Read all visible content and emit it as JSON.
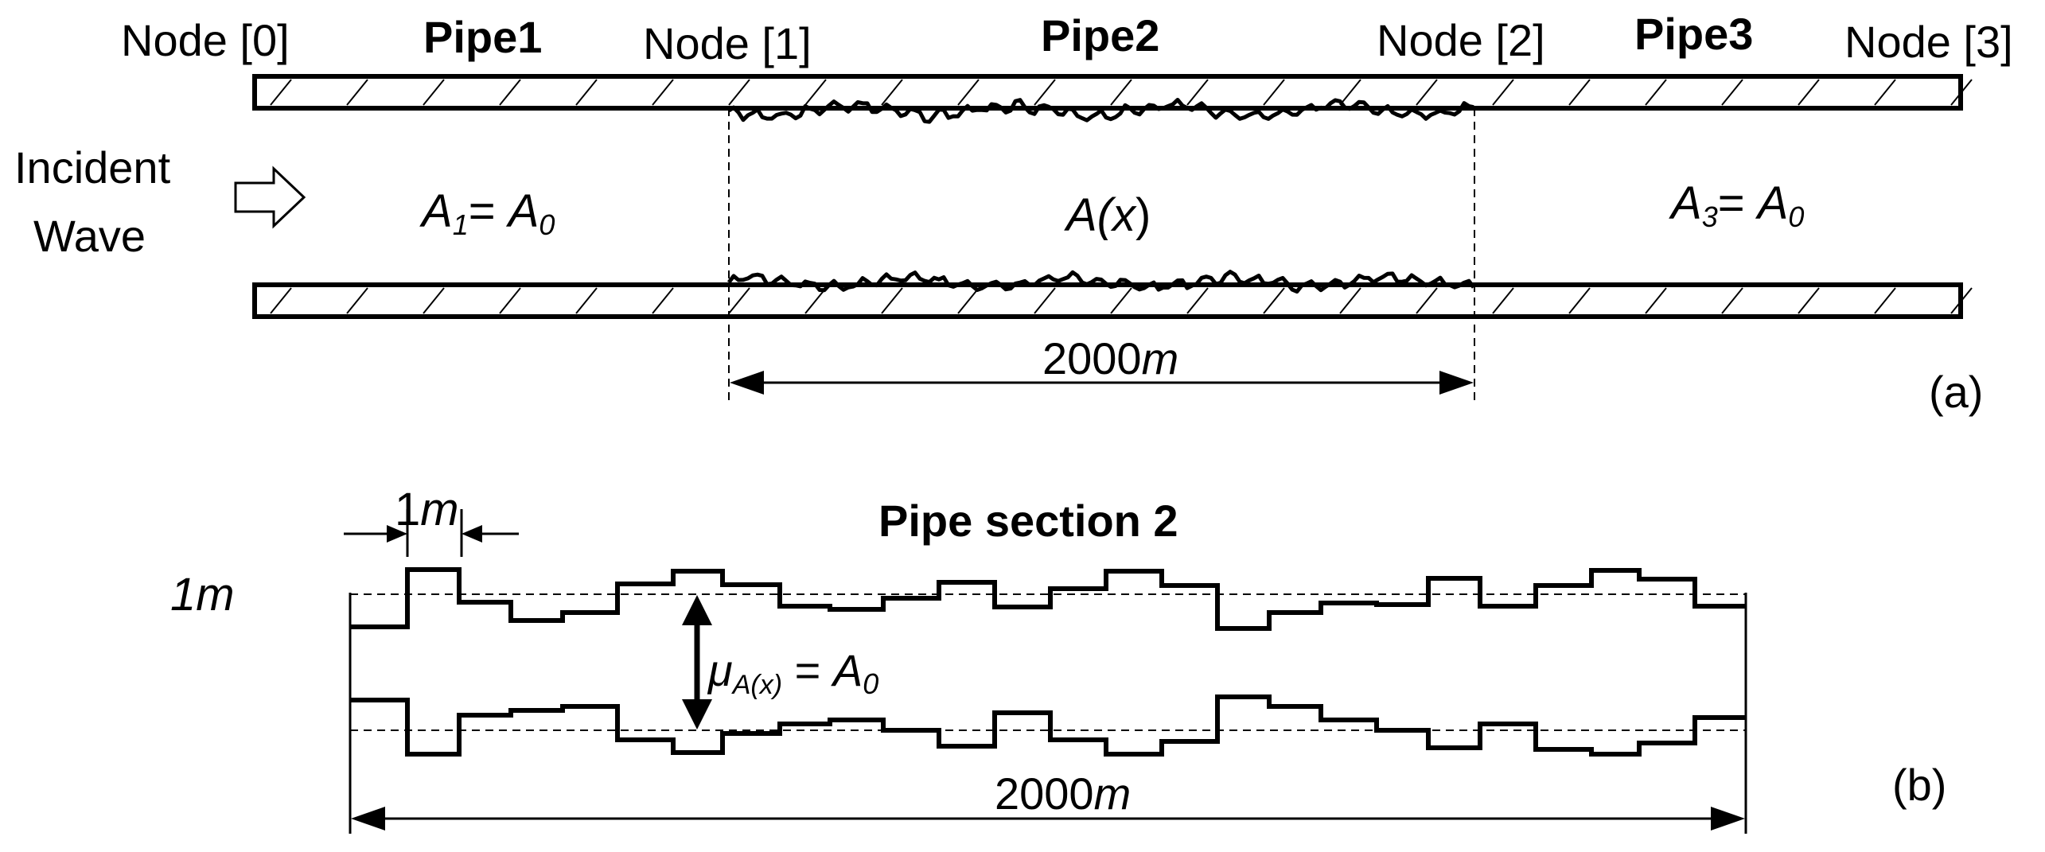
{
  "panel_a": {
    "nodes": [
      "Node [0]",
      "Node [1]",
      "Node [2]",
      "Node [3]"
    ],
    "pipes": [
      "Pipe1",
      "Pipe2",
      "Pipe3"
    ],
    "incident_wave": [
      "Incident",
      "Wave"
    ],
    "areas": {
      "pipe1": {
        "sym": "A",
        "sub": "1",
        "eq": "= ",
        "rhs": "A",
        "rhs_sub": "0"
      },
      "pipe2": {
        "pre": "A(",
        "var": "x",
        "post": ")"
      },
      "pipe3": {
        "sym": "A",
        "sub": "3",
        "eq": "= ",
        "rhs": "A",
        "rhs_sub": "0"
      }
    },
    "length": {
      "number": "2000",
      "unit": "m"
    },
    "tag": "(a)"
  },
  "panel_b": {
    "title": "Pipe section 2",
    "step_width": {
      "number": "1",
      "unit": "m"
    },
    "amplitude": {
      "number": "1",
      "unit": "m"
    },
    "mean": {
      "mu": "μ",
      "sub": "A(x)",
      "eq": " = ",
      "rhs": "A",
      "rhs_sub": "0"
    },
    "length": {
      "number": "2000",
      "unit": "m"
    },
    "tag": "(b)"
  }
}
